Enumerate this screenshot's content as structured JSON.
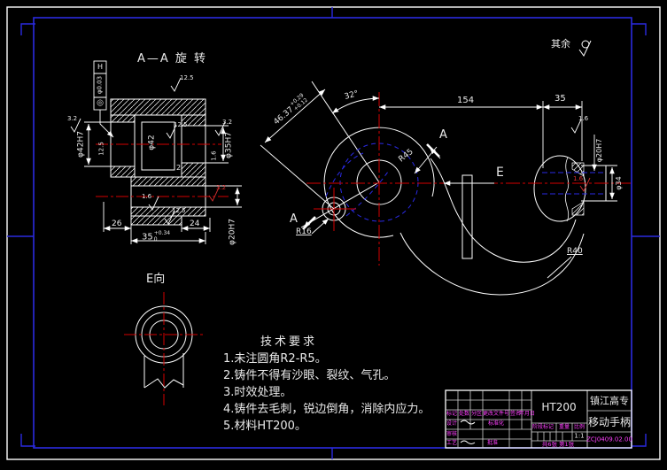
{
  "frame": {
    "rest_note": "其余"
  },
  "section_a": {
    "title": "A—A 旋 转",
    "gdt": {
      "datum": "H",
      "tolerance": "φ0.03",
      "symbol": "◎"
    },
    "dia_42h7": "φ42H7",
    "dia_42": "φ42",
    "dia_35h7": "φ35H7",
    "dia_20h7": "φ20H7",
    "len_26": "26",
    "len_24": "24",
    "len_2": "2",
    "len_35": {
      "value": "35",
      "upper": "+0.34",
      "lower": "0"
    },
    "rough_title": "12.5",
    "rough_32_left": "3.2",
    "rough_125_bore": "12.5",
    "rough_125_mid": "12.5",
    "rough_32_right": "3.2",
    "rough_16_right": "1.6",
    "rough_16_low": "1.6",
    "rough_125_low": "12.5",
    "rough_32_red": "3.2"
  },
  "main_view": {
    "dim_center": {
      "value": "46.37",
      "upper": "+0.29",
      "lower": "+0.12"
    },
    "angle": "32°",
    "len_154": "154",
    "len_35": "35",
    "r45": "R45",
    "r16": "R16",
    "r40": "R40",
    "label_a_top": "A",
    "label_a_bottom": "A",
    "label_e": "E",
    "dia_20h7": "φ20H7",
    "dia_34": "φ34",
    "rough_16_top": "1.6",
    "rough_16_red": "1.6"
  },
  "e_view": {
    "label": "E向"
  },
  "tech_req": {
    "title": "技术要求",
    "items": [
      "1.未注圆角R2-R5。",
      "2.铸件不得有沙眼、裂纹、气孔。",
      "3.时效处理。",
      "4.铸件去毛刺，锐边倒角，消除内应力。",
      "5.材料HT200。"
    ]
  },
  "title_block": {
    "material": "HT200",
    "company": "镇江高专",
    "part_name": "移动手柄",
    "drawing_no": "ZCJ0409.02.00",
    "stage_label": "阶段标记",
    "weight_label": "重量",
    "scale_label": "比例",
    "scale_value": "1:1",
    "sheet_info": "共6张 第1张",
    "row_labels": [
      "标记",
      "处数",
      "分区",
      "更改文件号",
      "签名",
      "年月日"
    ],
    "design_label": "设计",
    "standard_label": "标准化",
    "audit_label": "审核",
    "process_label": "工艺",
    "approve_label": "批准"
  },
  "colors": {
    "line": "#ffffff",
    "center": "#d40000",
    "hidden": "#2a2ae6",
    "accent": "#ff40ff",
    "border": "#2a2ae0"
  }
}
